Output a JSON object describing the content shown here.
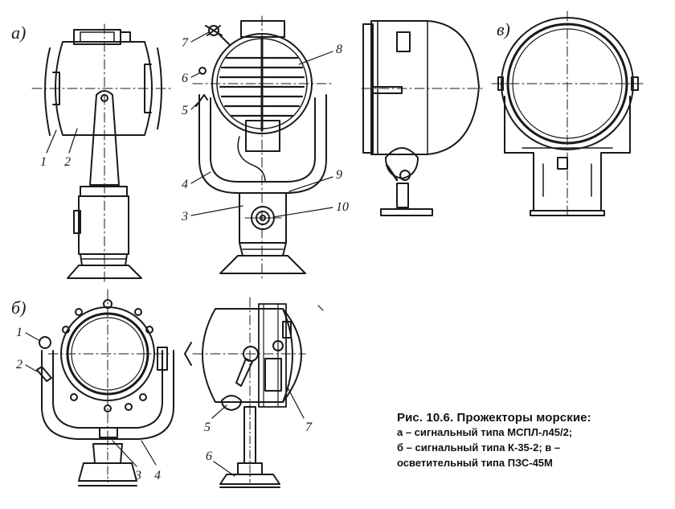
{
  "panel_labels": {
    "a": "а)",
    "b": "б)",
    "v": "в)"
  },
  "callouts_a": [
    "1",
    "2",
    "3",
    "4",
    "5",
    "6",
    "7",
    "8",
    "9",
    "10"
  ],
  "callouts_b": [
    "1",
    "2",
    "3",
    "4",
    "5",
    "6",
    "7"
  ],
  "caption": {
    "title": "Рис. 10.6. Прожекторы морские:",
    "line1": "а  –  сигнальный  типа  МСПЛ-л45/2;",
    "line2": "б  –  сигнальный  типа  К-35-2;  в  –",
    "line3": "осветительный типа ПЗС-45М"
  },
  "colors": {
    "ink": "#1a1a1a",
    "paper": "#ffffff"
  }
}
